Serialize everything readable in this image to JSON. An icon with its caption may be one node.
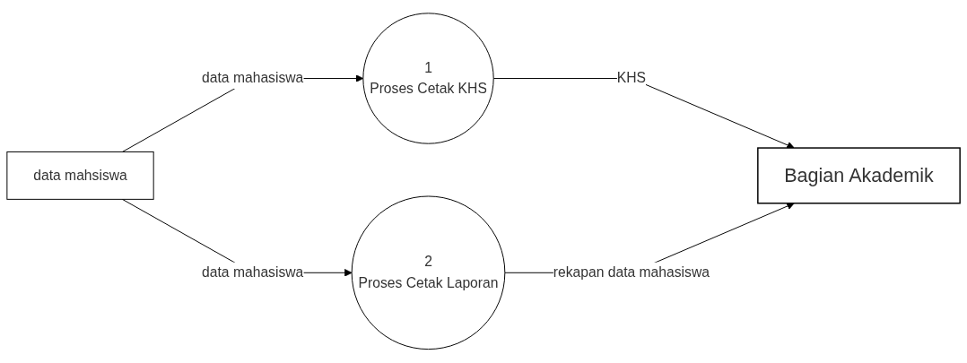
{
  "diagram": {
    "nodes": [
      {
        "text": [
          "data mahsiswa"
        ]
      },
      {
        "text": [
          "1",
          "Proses Cetak KHS"
        ]
      },
      {
        "text": [
          "Bagian Akademik"
        ]
      },
      {
        "text": [
          "2",
          "Proses Cetak Laporan"
        ]
      }
    ],
    "edges": [
      {
        "from": 0,
        "to": 1,
        "label": "data mahasiswa",
        "arrow": "to"
      },
      {
        "from": 1,
        "to": 2,
        "label": "KHS",
        "arrow": "to"
      },
      {
        "from": 0,
        "to": 3,
        "label": "data mahasiswa",
        "arrow": "to"
      },
      {
        "from": 3,
        "to": 2,
        "label": "rekapan data mahasiswa",
        "arrow": "to"
      }
    ]
  }
}
